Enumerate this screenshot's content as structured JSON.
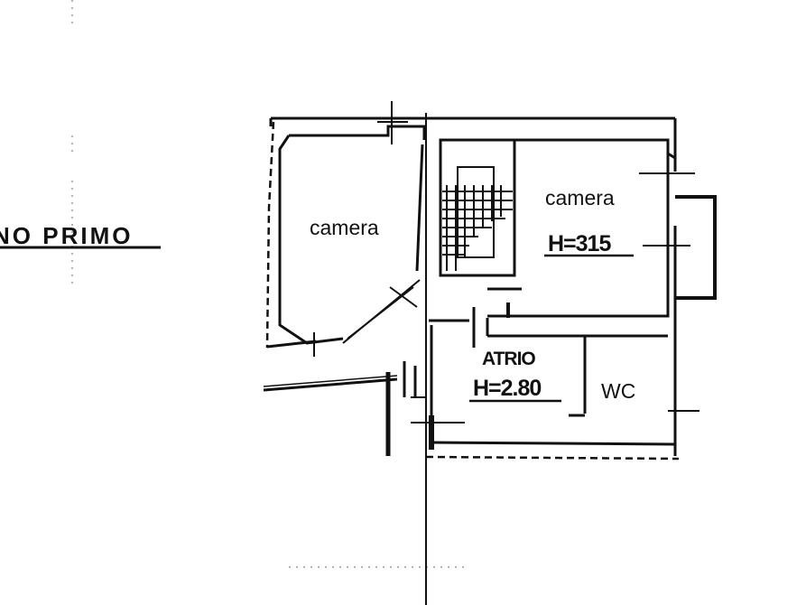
{
  "floor_label": "NO PRIMO",
  "rooms": {
    "camera_left": "camera",
    "camera_right": "camera",
    "camera_right_height": "H=315",
    "atrio": "ATRIO",
    "atrio_height": "H=2.80",
    "wc": "WC"
  },
  "colors": {
    "ink": "#111111",
    "paper": "#ffffff"
  }
}
